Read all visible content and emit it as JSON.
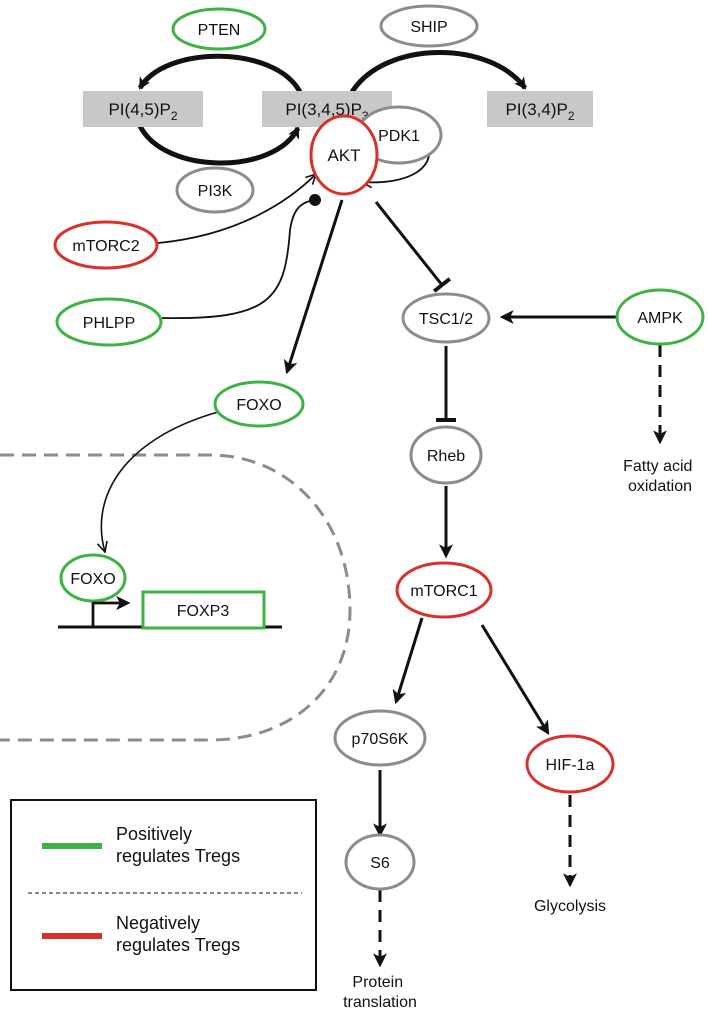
{
  "nodes": {
    "pten": {
      "label": "PTEN",
      "color": "#3fb244"
    },
    "ship": {
      "label": "SHIP",
      "color": "#8c8c8c"
    },
    "pi45p2": {
      "label": "PI(4,5)P",
      "sub": "2"
    },
    "pi345p3": {
      "label": "PI(3,4,5)P",
      "sub": "3"
    },
    "pi34p2": {
      "label": "PI(3,4)P",
      "sub": "2"
    },
    "pi3k": {
      "label": "PI3K",
      "color": "#8c8c8c"
    },
    "akt": {
      "label": "AKT",
      "color": "#d9302c"
    },
    "pdk1": {
      "label": "PDK1",
      "color": "#8c8c8c"
    },
    "mtorc2": {
      "label": "mTORC2",
      "color": "#d9302c"
    },
    "phlpp": {
      "label": "PHLPP",
      "color": "#3fb244"
    },
    "tsc12": {
      "label": "TSC1/2",
      "color": "#8c8c8c"
    },
    "ampk": {
      "label": "AMPK",
      "color": "#3fb244"
    },
    "foxo_cyto": {
      "label": "FOXO",
      "color": "#3fb244"
    },
    "rheb": {
      "label": "Rheb",
      "color": "#8c8c8c"
    },
    "foxo_nuc": {
      "label": "FOXO",
      "color": "#3fb244"
    },
    "foxp3": {
      "label": "FOXP3",
      "color": "#3fb244"
    },
    "mtorc1": {
      "label": "mTORC1",
      "color": "#d9302c"
    },
    "p70s6k": {
      "label": "p70S6K",
      "color": "#8c8c8c"
    },
    "hif1a": {
      "label": "HIF-1a",
      "color": "#d9302c"
    },
    "s6": {
      "label": "S6",
      "color": "#8c8c8c"
    }
  },
  "outputs": {
    "fatty_acid": [
      "Fatty acid",
      "oxidation"
    ],
    "glycolysis": [
      "Glycolysis"
    ],
    "protein": [
      "Protein",
      "translation"
    ]
  },
  "legend": {
    "positive": {
      "line1": "Positively",
      "line2": "regulates Tregs",
      "color": "#3fb244"
    },
    "negative": {
      "line1": "Negatively",
      "line2": "regulates Tregs",
      "color": "#d9302c"
    }
  }
}
